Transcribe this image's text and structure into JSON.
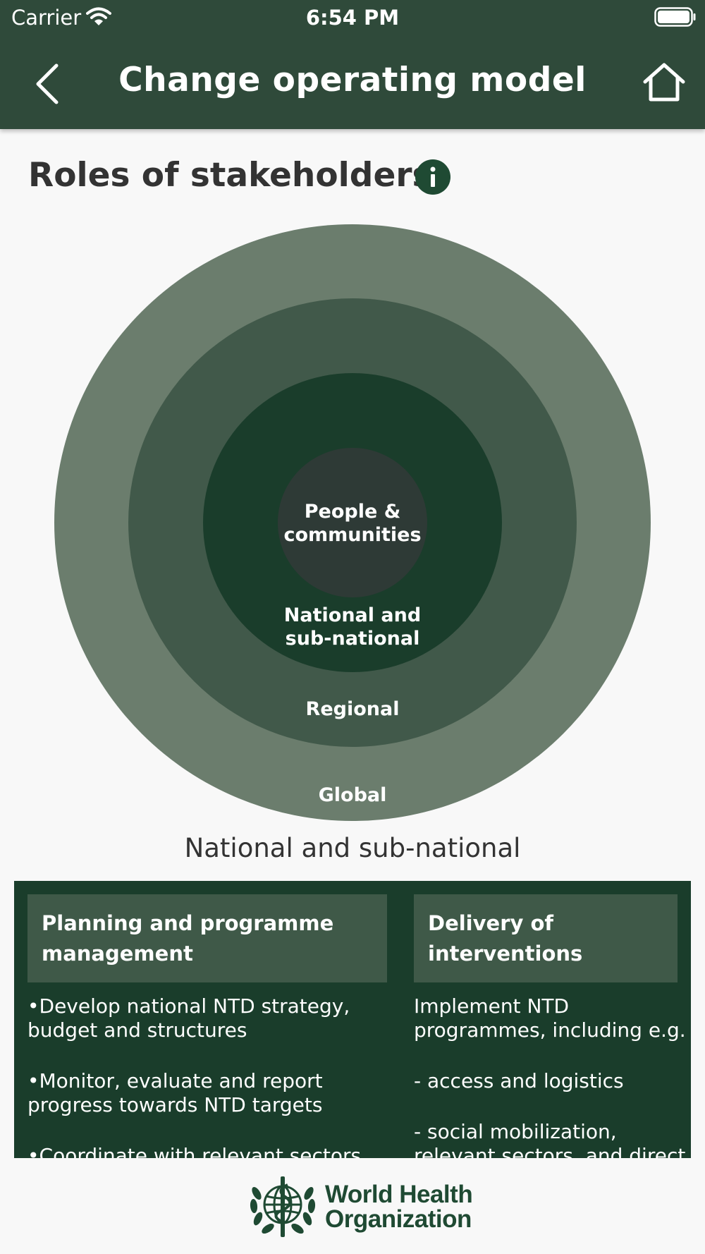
{
  "status": {
    "carrier": "Carrier",
    "time": "6:54 PM"
  },
  "header": {
    "title": "Change operating model"
  },
  "section": {
    "heading": "Roles of stakeholders"
  },
  "diagram": {
    "rings": [
      {
        "label": "Global",
        "color": "#6b7d6d"
      },
      {
        "label": "Regional",
        "color": "#41594a"
      },
      {
        "label_line1": "National and",
        "label_line2": "sub-national",
        "color": "#1a3d2b"
      },
      {
        "label_line1": "People &",
        "label_line2": "communities",
        "color": "#2e3a36"
      }
    ]
  },
  "selected": {
    "level": "National and sub-national"
  },
  "panel": {
    "left": {
      "header": "Planning and programme management",
      "items": [
        "•Develop national NTD strategy, budget and structures",
        "•Monitor, evaluate and report progress towards NTD targets",
        "•Coordinate with relevant sectors"
      ]
    },
    "right": {
      "header": "Delivery of interventions",
      "items": [
        "Implement NTD programmes, including e.g.",
        "- access and logistics",
        "- social mobilization, relevant sectors, and direct"
      ]
    }
  },
  "footer": {
    "org_line1": "World Health",
    "org_line2": "Organization"
  },
  "colors": {
    "header_bg": "#2f4a3a",
    "panel_bg": "#1a3d2b",
    "panel_header_bg": "#3f5948"
  }
}
